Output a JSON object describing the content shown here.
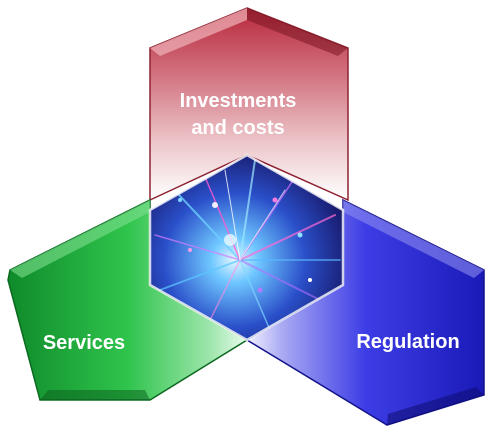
{
  "diagram": {
    "segments": [
      {
        "id": "top",
        "line1": "Investments",
        "line2": "and costs",
        "color": "#c8404e"
      },
      {
        "id": "left",
        "line1": "Services",
        "color": "#1fae3a"
      },
      {
        "id": "right",
        "line1": "Regulation",
        "color": "#2b2bd6"
      }
    ],
    "center_image": "light-burst-image"
  }
}
